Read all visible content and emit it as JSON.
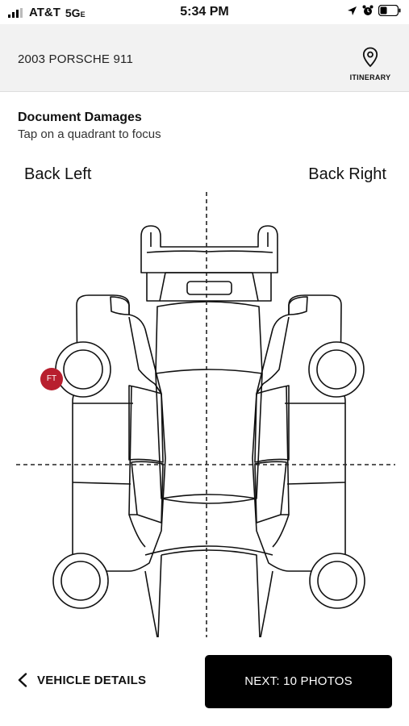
{
  "status_bar": {
    "carrier": "AT&T",
    "network": "5G",
    "network_suffix": "E",
    "time": "5:34 PM"
  },
  "header": {
    "vehicle_title": "2003 PORSCHE 911",
    "itinerary_label": "ITINERARY",
    "itinerary_icon": "map-pin-icon"
  },
  "section": {
    "title": "Document Damages",
    "subtitle": "Tap on a quadrant to focus"
  },
  "quadrants": {
    "back_left": "Back Left",
    "back_right": "Back Right"
  },
  "markers": [
    {
      "label": "FT",
      "color": "#b81f2e"
    }
  ],
  "footer": {
    "back_label": "VEHICLE DETAILS",
    "next_label": "NEXT: 10 PHOTOS"
  }
}
